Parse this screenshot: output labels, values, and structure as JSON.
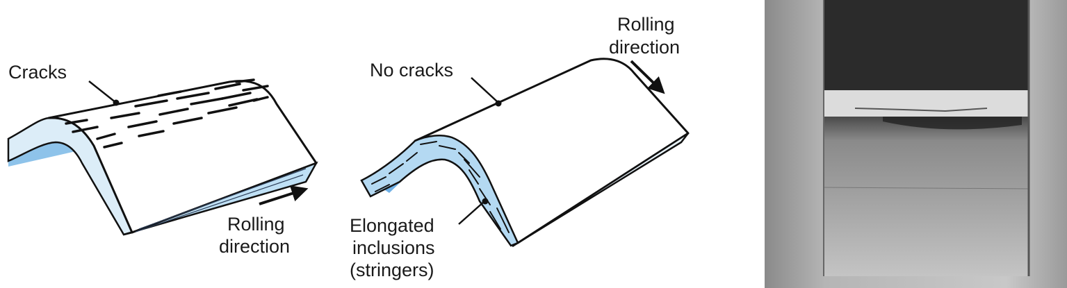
{
  "left_diagram": {
    "cracks_label": "Cracks",
    "rolling_line1": "Rolling",
    "rolling_line2": "direction"
  },
  "middle_diagram": {
    "no_cracks_label": "No cracks",
    "rolling_line1": "Rolling",
    "rolling_line2": "direction",
    "inclusions_line1": "Elongated",
    "inclusions_line2": "inclusions",
    "inclusions_line3": "(stringers)"
  },
  "colors": {
    "sheet_blue": "#a9d4f0",
    "sheet_light": "#f2f9fe",
    "outline": "#111111"
  }
}
